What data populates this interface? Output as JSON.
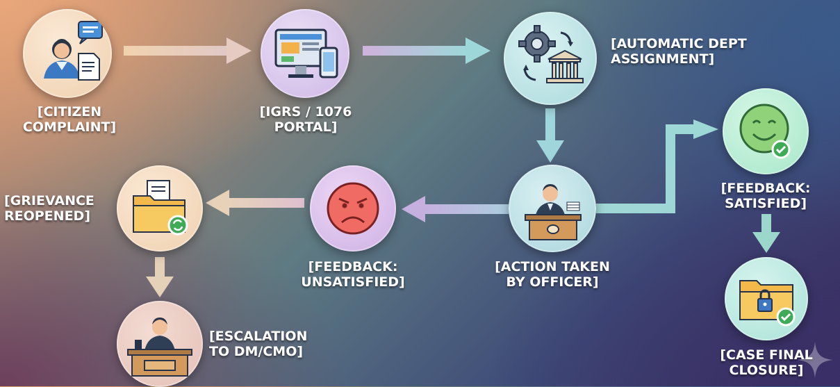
{
  "nodes": {
    "citizen_complaint": {
      "label": [
        "[CITIZEN",
        "COMPLAINT]"
      ]
    },
    "igrs_portal": {
      "label": [
        "[IGRS / 1076",
        "PORTAL]"
      ]
    },
    "auto_dept": {
      "label": [
        "[AUTOMATIC DEPT",
        "ASSIGNMENT]"
      ]
    },
    "feedback_satisfied": {
      "label": [
        "[FEEDBACK:",
        "SATISFIED]"
      ]
    },
    "action_officer": {
      "label": [
        "[ACTION TAKEN",
        "BY OFFICER]"
      ]
    },
    "feedback_unsatisfied": {
      "label": [
        "[FEEDBACK:",
        "UNSATISFIED]"
      ]
    },
    "grievance_reopened": {
      "label": [
        "[GRIEVANCE",
        "REOPENED]"
      ]
    },
    "escalation": {
      "label": [
        "[ESCALATION",
        "TO DM/CMO]"
      ]
    },
    "case_closure": {
      "label": [
        "[CASE FINAL",
        "CLOSURE]"
      ]
    }
  },
  "colors": {
    "warm_node": "#f4dcc4",
    "lilac_node": "#d9c6ec",
    "teal_node": "#bfe4e4",
    "mint_node": "#b9ecd2",
    "pink_node": "#e9cde0",
    "arrow_warm": "#f3d8b6",
    "arrow_teal": "#a6e3df",
    "arrow_lilac": "#cfc0ef"
  }
}
